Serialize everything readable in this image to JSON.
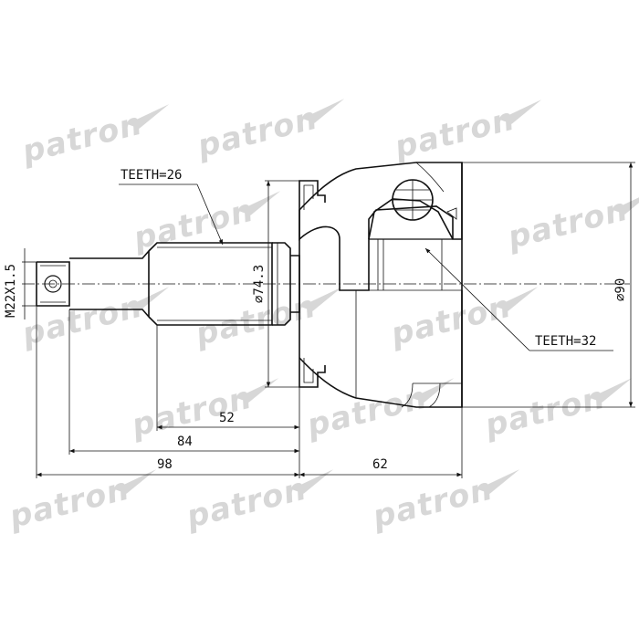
{
  "watermark": {
    "text": "patron",
    "color": "#d7d7d7"
  },
  "callouts": {
    "teeth_outer": "TEETH=26",
    "teeth_inner": "TEETH=32"
  },
  "dimensions": {
    "thread": "M22X1.5",
    "bearing_diameter": "⌀74.3",
    "outer_diameter": "⌀90",
    "len_52": "52",
    "len_84": "84",
    "len_98": "98",
    "len_62": "62"
  },
  "colors": {
    "line": "#111111",
    "hatch": "#222222",
    "background": "#ffffff"
  }
}
